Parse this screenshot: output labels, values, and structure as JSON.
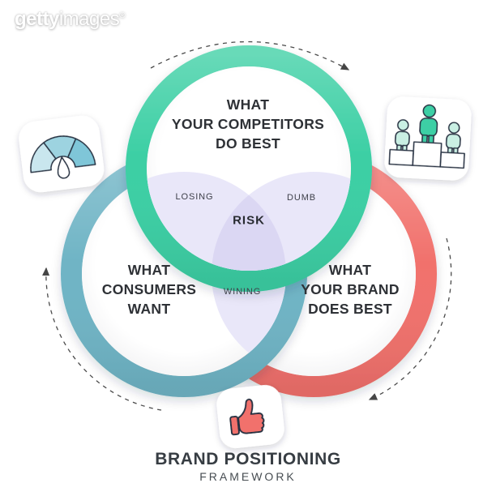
{
  "watermark": {
    "bold_part": "getty",
    "light_part": "images",
    "reg": "®"
  },
  "title": {
    "main": "BRAND POSITIONING",
    "sub": "FRAMEWORK"
  },
  "diagram": {
    "circles": [
      {
        "name": "competitors",
        "color": "#3CCFA4",
        "lines": [
          "WHAT",
          "YOUR COMPETITORS",
          "DO BEST"
        ]
      },
      {
        "name": "consumers",
        "color": "#6FB4C5",
        "lines": [
          "WHAT",
          "CONSUMERS",
          "WANT"
        ]
      },
      {
        "name": "brand",
        "color": "#F1716C",
        "lines": [
          "WHAT",
          "YOUR BRAND",
          "DOES BEST"
        ]
      }
    ],
    "overlaps": {
      "losing": "LOSING",
      "dumb": "DUMB",
      "risk": "RISK",
      "wining": "WINING",
      "pair_color": "#E9E7F9",
      "center_color": "#DBD7F3"
    },
    "arrow_color": "#4B4B4B"
  },
  "icons": {
    "gauge": {
      "segments": [
        "#C9E6EE",
        "#9DD3E0",
        "#7FC6D8"
      ],
      "pointer_color": "#FFFFFF"
    },
    "podium": {
      "winner_color": "#3DCFA5",
      "others_color": "#C9EFE3",
      "platform_color": "#FFFFFF"
    },
    "thumb": {
      "color": "#F1716C"
    }
  }
}
